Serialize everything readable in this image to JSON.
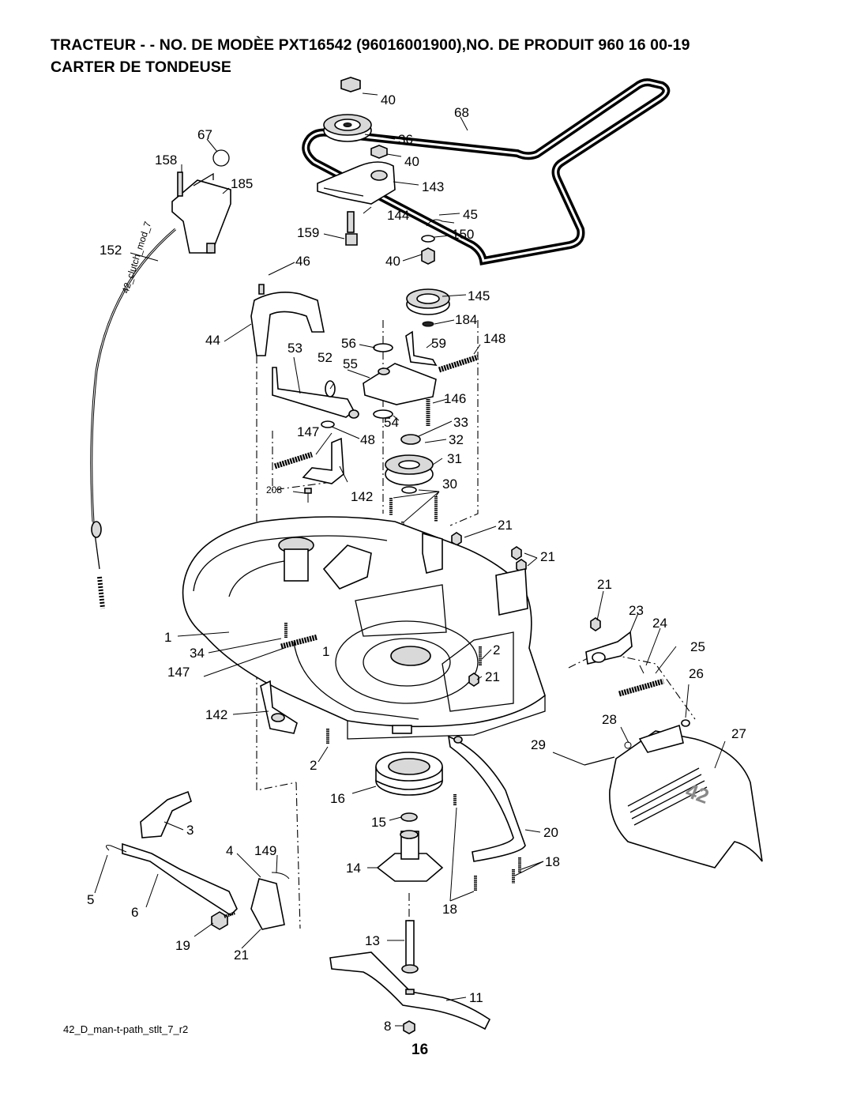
{
  "header": {
    "title_line1": "TRACTEUR - - NO. DE MODÈE PXT16542 (96016001900),NO. DE PRODUIT 960 16 00-19",
    "title_line2": "CARTER DE TONDEUSE"
  },
  "footer": {
    "drawing_id": "42_D_man-t-path_stlt_7_r2",
    "page_number": "16"
  },
  "cable_label": "42_clutch_mod_7",
  "deck_decal": "42",
  "callouts": {
    "c40a": "40",
    "c68": "68",
    "c67": "67",
    "c36": "36",
    "c158": "158",
    "c40b": "40",
    "c185": "185",
    "c143": "143",
    "c144": "144",
    "c45": "45",
    "c159": "159",
    "c150": "150",
    "c152": "152",
    "c46": "46",
    "c40c": "40",
    "c145": "145",
    "c184": "184",
    "c44": "44",
    "c53": "53",
    "c56": "56",
    "c59": "59",
    "c148": "148",
    "c52": "52",
    "c55": "55",
    "c146": "146",
    "c54": "54",
    "c33": "33",
    "c147a": "147",
    "c48": "48",
    "c32": "32",
    "c31": "31",
    "c30": "30",
    "c208": "208",
    "c142a": "142",
    "c21a": "21",
    "c21b": "21",
    "c21c": "21",
    "c23": "23",
    "c24": "24",
    "c1": "1",
    "c34": "34",
    "c2a": "2",
    "c25": "25",
    "c147b": "147",
    "c21d": "21",
    "c26": "26",
    "c142b": "142",
    "c28": "28",
    "c27": "27",
    "c29": "29",
    "c2b": "2",
    "c16": "16",
    "c15": "15",
    "c3": "3",
    "c20": "20",
    "c4": "4",
    "c149": "149",
    "c18a": "18",
    "c14": "14",
    "c5": "5",
    "c6": "6",
    "c18b": "18",
    "c19": "19",
    "c21e": "21",
    "c13": "13",
    "c11": "11",
    "c8": "8"
  }
}
